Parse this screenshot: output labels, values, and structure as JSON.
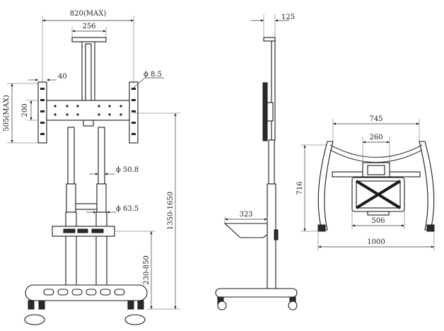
{
  "front_view": {
    "labels": {
      "width_max": "820(MAX)",
      "bracket_width": "256",
      "hole_dia": "ϕ 8.5",
      "arm_width": "40",
      "height_max": "505(MAX)",
      "arm_height": "200",
      "upper_tube": "ϕ 50.8",
      "lower_tube": "ϕ 63.5",
      "overall_height": "1350-1650",
      "shelf_height": "230-850"
    }
  },
  "side_view": {
    "labels": {
      "top_offset": "125",
      "shelf_depth": "323"
    }
  },
  "base_view": {
    "labels": {
      "width_top": "745",
      "center_width": "260",
      "depth": "716",
      "tray_width": "506",
      "overall_width": "1000"
    }
  }
}
